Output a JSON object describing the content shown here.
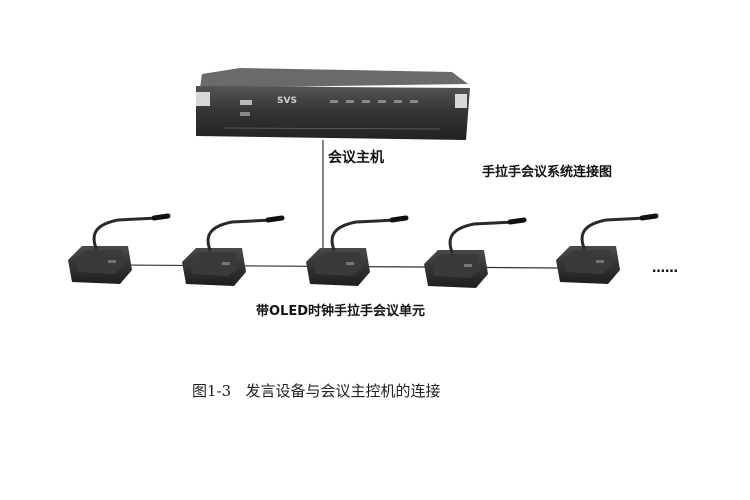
{
  "diagram": {
    "host_brand": "SVS",
    "host_label": "会议主机",
    "title": "手拉手会议系统连接图",
    "unit_label": "带OLED时钟手拉手会议单元",
    "continuation": "……",
    "caption": "图1-3   发言设备与会议主控机的连接",
    "unit_count": 5
  },
  "colors": {
    "device_body": "#2a2a2a",
    "device_top": "#444444",
    "mic_tip": "#111111",
    "wire": "#333333",
    "host_face": "#3a3a3a"
  },
  "icons": {
    "host": "conference-host-icon",
    "unit": "conference-unit-icon"
  }
}
